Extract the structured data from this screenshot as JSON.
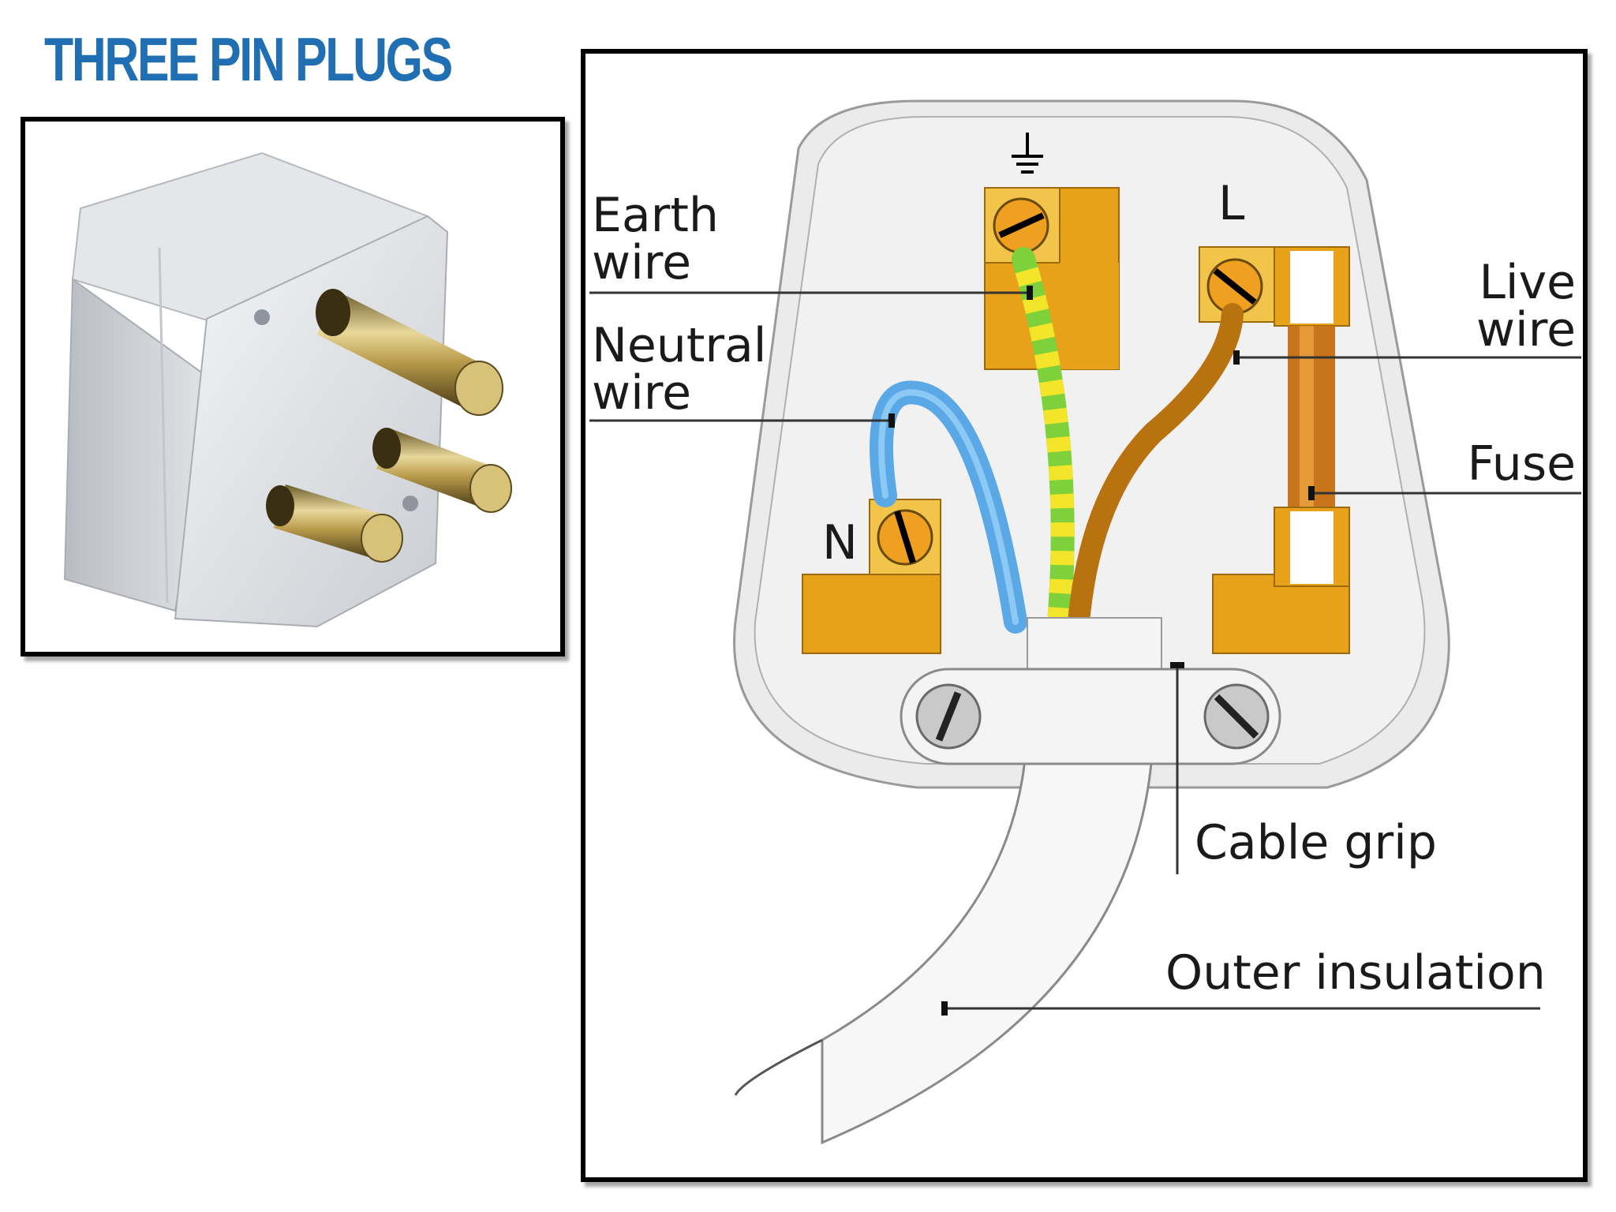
{
  "title": "THREE PIN PLUGS",
  "diagram": {
    "labels": {
      "earth_wire_1": "Earth",
      "earth_wire_2": "wire",
      "neutral_wire_1": "Neutral",
      "neutral_wire_2": "wire",
      "live_wire_1": "Live",
      "live_wire_2": "wire",
      "fuse": "Fuse",
      "cable_grip": "Cable grip",
      "outer_insulation": "Outer insulation",
      "terminal_n": "N",
      "terminal_l": "L"
    },
    "earth_symbol": "earth-ground-symbol"
  },
  "colors": {
    "title": "#1f6fb2",
    "earth_green": "#7fd13b",
    "earth_yellow": "#f2e52a",
    "neutral_blue": "#5aa9e6",
    "live_brown": "#b8720f",
    "brass": "#e8a21a",
    "plug_body": "#ebebeb"
  }
}
